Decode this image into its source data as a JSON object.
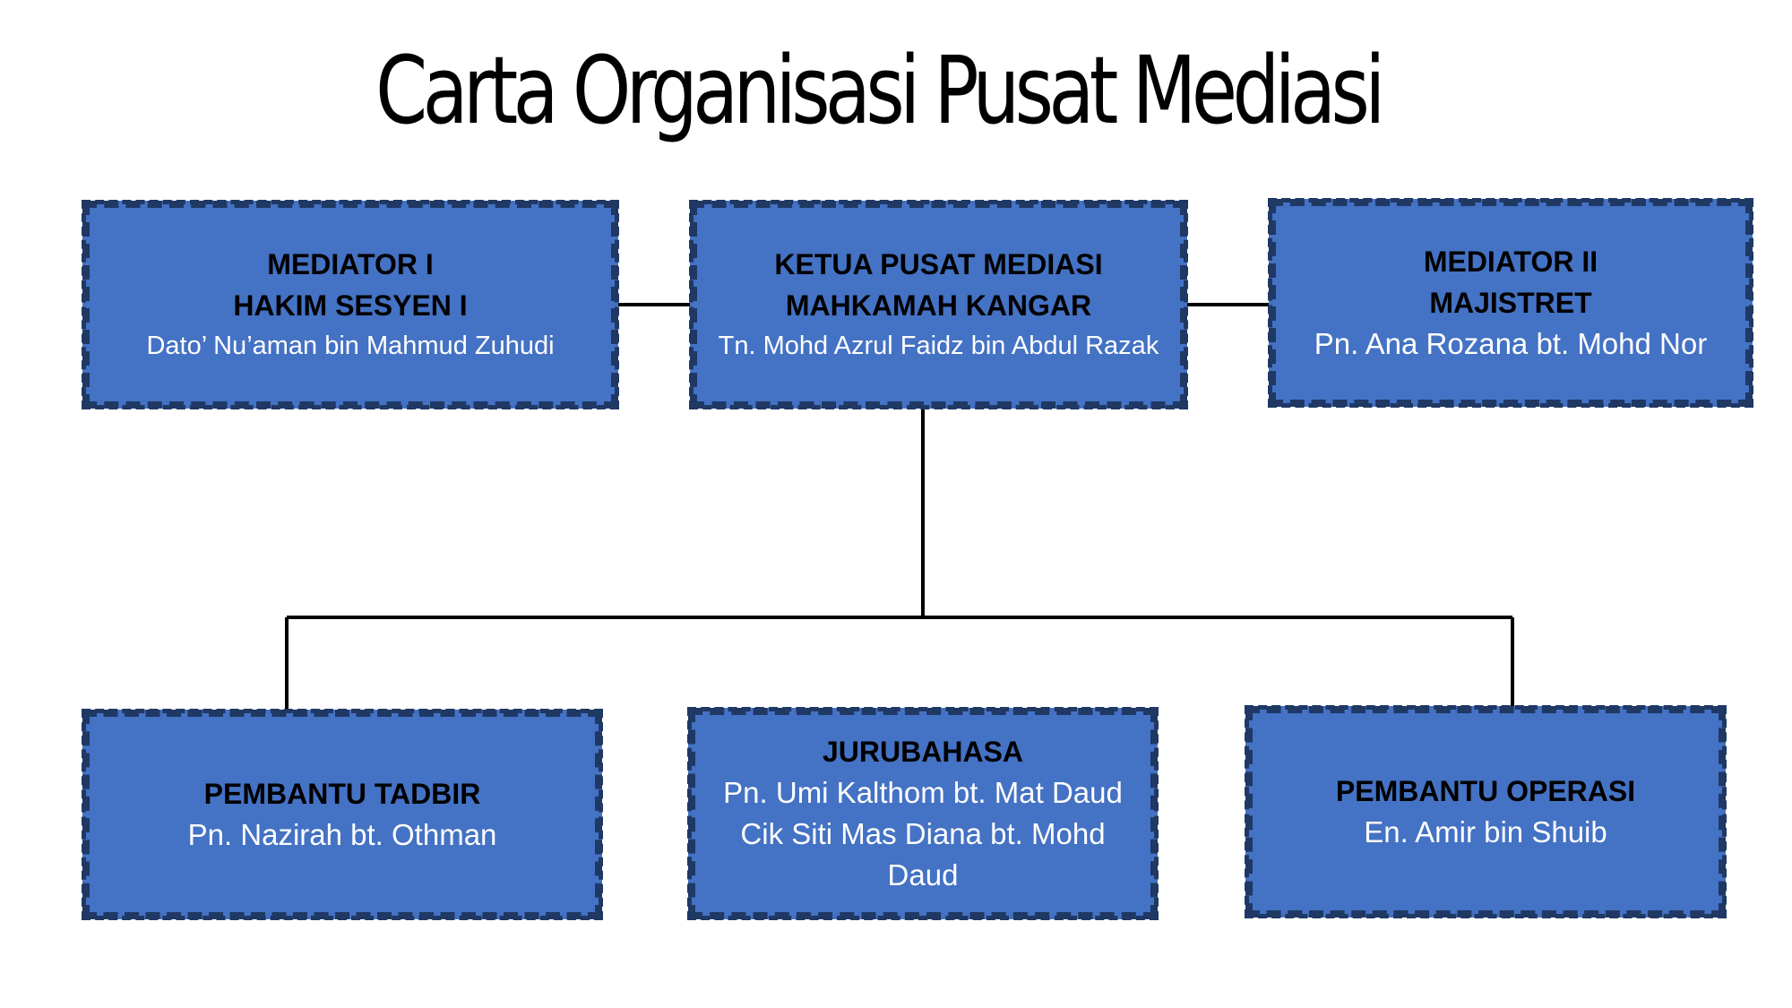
{
  "title": "Carta Organisasi Pusat Mediasi",
  "colors": {
    "box_fill": "#4472c4",
    "box_border": "#1f3864",
    "connector": "#000000"
  },
  "boxes": {
    "mediator1": {
      "line1": "MEDIATOR I",
      "line2": "HAKIM SESYEN I",
      "name": "Dato’ Nu’aman bin Mahmud Zuhudi"
    },
    "ketua": {
      "line1": "KETUA PUSAT MEDIASI",
      "line2": "MAHKAMAH KANGAR",
      "name": "Tn. Mohd Azrul Faidz bin Abdul Razak"
    },
    "mediator2": {
      "line1": "MEDIATOR II",
      "line2": "MAJISTRET",
      "name": "Pn. Ana Rozana bt. Mohd Nor"
    },
    "pembantu_tadbir": {
      "role": "PEMBANTU TADBIR",
      "name": "Pn. Nazirah bt. Othman"
    },
    "jurubahasa": {
      "role": "JURUBAHASA",
      "name1": "Pn. Umi Kalthom bt. Mat Daud",
      "name2": "Cik Siti Mas Diana bt. Mohd",
      "name3": "Daud"
    },
    "pembantu_operasi": {
      "role": "PEMBANTU OPERASI",
      "name": "En. Amir bin Shuib"
    }
  }
}
